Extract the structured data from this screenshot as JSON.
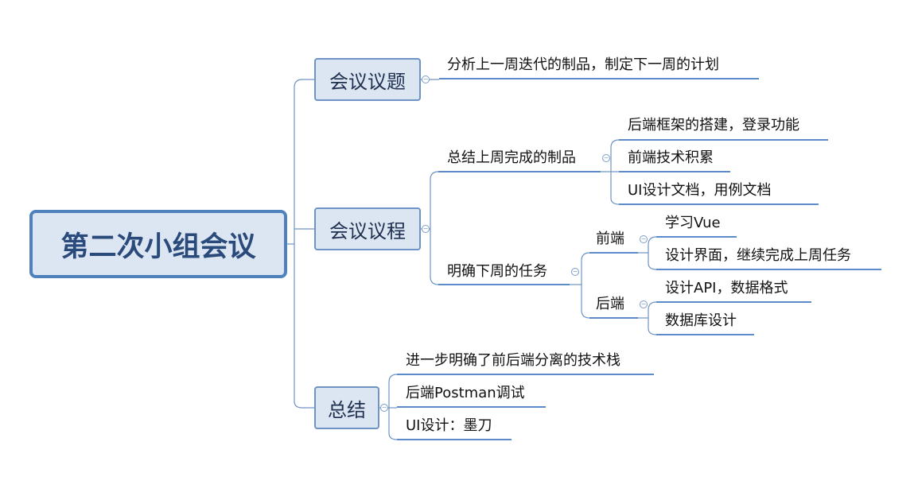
{
  "root": {
    "label": "第二次小组会议"
  },
  "topic": {
    "label": "会议议题",
    "items": [
      "分析上一周迭代的制品，制定下一周的计划"
    ]
  },
  "agenda": {
    "label": "会议议程",
    "last_week": {
      "label": "总结上周完成的制品",
      "items": [
        "后端框架的搭建，登录功能",
        "前端技术积累",
        "UI设计文档，用例文档"
      ]
    },
    "next_week": {
      "label": "明确下周的任务",
      "frontend": {
        "label": "前端",
        "items": [
          "学习Vue",
          "设计界面，继续完成上周任务"
        ]
      },
      "backend": {
        "label": "后端",
        "items": [
          "设计API，数据格式",
          "数据库设计"
        ]
      }
    }
  },
  "summary": {
    "label": "总结",
    "items": [
      "进一步明确了前后端分离的技术栈",
      "后端Postman调试",
      "UI设计：墨刀"
    ]
  },
  "colors": {
    "line": "#5b8bc9",
    "box_fill": "#dce6f2",
    "root_border": "#4f81bd"
  }
}
